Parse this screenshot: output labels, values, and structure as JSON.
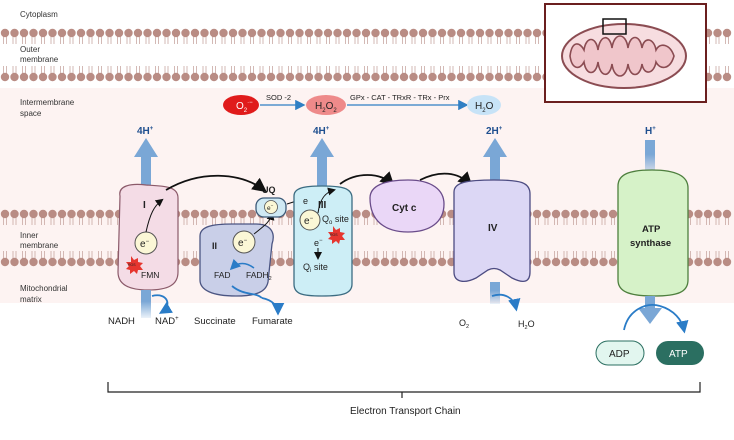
{
  "regions": {
    "cytoplasm": "Cytoplasm",
    "outer_membrane_1": "Outer",
    "outer_membrane_2": "membrane",
    "intermembrane_1": "Intermembrane",
    "intermembrane_2": "space",
    "inner_membrane_1": "Inner",
    "inner_membrane_2": "membrane",
    "matrix_1": "Mitochondrial",
    "matrix_2": "matrix"
  },
  "ros_pathway": {
    "o2": "O",
    "o2_sub": "2",
    "o2_sup": "·−",
    "enzyme1": "SOD -2",
    "h2o2_h": "H",
    "h2o2_sub1": "2",
    "h2o2_o": "O",
    "h2o2_sub2": "2",
    "enzyme2": "GPx - CAT - TRxR - TRx - Prx",
    "h2o_h": "H",
    "h2o_sub": "2",
    "h2o_o": "O"
  },
  "proton_flux": {
    "complex1": "4H",
    "complex3": "4H",
    "complex4": "2H",
    "atp_synthase": "H",
    "plus": "+"
  },
  "complexes": {
    "c1_label": "I",
    "c1_cofactor": "FMN",
    "c2_label": "II",
    "c2_cofactor1": "FAD",
    "c2_cofactor2_base": "FADH",
    "c2_cofactor2_sub": "2",
    "uq": "UQ",
    "c3_label": "III",
    "c3_qo_base": "Q",
    "c3_qo_sub": "o",
    "c3_qo_tail": " site",
    "c3_qi_base": "Q",
    "c3_qi_sub": "i",
    "c3_qi_tail": " site",
    "cytc": "Cyt c",
    "c4_label": "IV",
    "atp_synthase_1": "ATP",
    "atp_synthase_2": "synthase",
    "electron": "e",
    "electron_sup": "−",
    "ros_badge": "ROS"
  },
  "substrates": {
    "nadh": "NADH",
    "nad_base": "NAD",
    "nad_sup": "+",
    "succinate": "Succinate",
    "fumarate": "Fumarate",
    "o2_base": "O",
    "o2_sub": "2",
    "h2o_h": "H",
    "h2o_sub": "2",
    "h2o_o": "O",
    "adp": "ADP",
    "atp": "ATP"
  },
  "footer": {
    "chain_label": "Electron Transport Chain"
  },
  "colors": {
    "membrane_head": "#b98c84",
    "proton_arrow": "#7aa7d6",
    "complex1_fill": "#f4dce6",
    "complex2_fill": "#c9cfe8",
    "complex3_fill": "#cdeef6",
    "cytc_fill": "#ead7f7",
    "complex4_fill": "#dcd7f5",
    "atp_fill": "#d6f2c8",
    "adp_fill": "#e2f6ef",
    "atp_pill_fill": "#2b6f61",
    "o2_red": "#e01b1b",
    "h2o2_fill": "#ee8a8a",
    "h2o_fill": "#c7e3f7",
    "ros_red": "#e6362f"
  }
}
